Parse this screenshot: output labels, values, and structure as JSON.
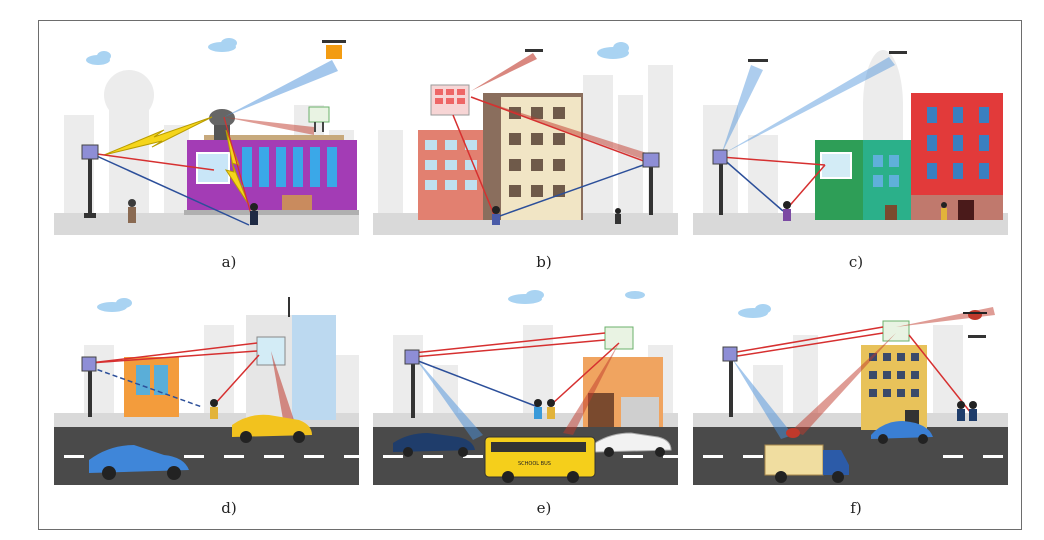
{
  "figure": {
    "panels": [
      {
        "id": "a",
        "caption": "a)"
      },
      {
        "id": "b",
        "caption": "b)"
      },
      {
        "id": "c",
        "caption": "c)"
      },
      {
        "id": "d",
        "caption": "d)"
      },
      {
        "id": "e",
        "caption": "e)"
      },
      {
        "id": "f",
        "caption": "f)"
      }
    ],
    "bus_text": "SCHOOL BUS",
    "colors": {
      "signal_red": "#d63030",
      "signal_blue": "#2c4f9a",
      "beam_red": "#c0392b",
      "beam_blue": "#4a90d9",
      "road": "#4a4a4a",
      "ground": "#d9d9d9",
      "skyline": "#ececec",
      "lightning": "#f5d51b"
    },
    "icons": [
      "base-station-icon",
      "ris-panel-icon",
      "drone-icon",
      "satellite-dish-icon",
      "pedestrian-icon",
      "car-icon",
      "bus-icon",
      "truck-icon",
      "cloud-icon",
      "lightning-icon",
      "package-icon"
    ]
  }
}
